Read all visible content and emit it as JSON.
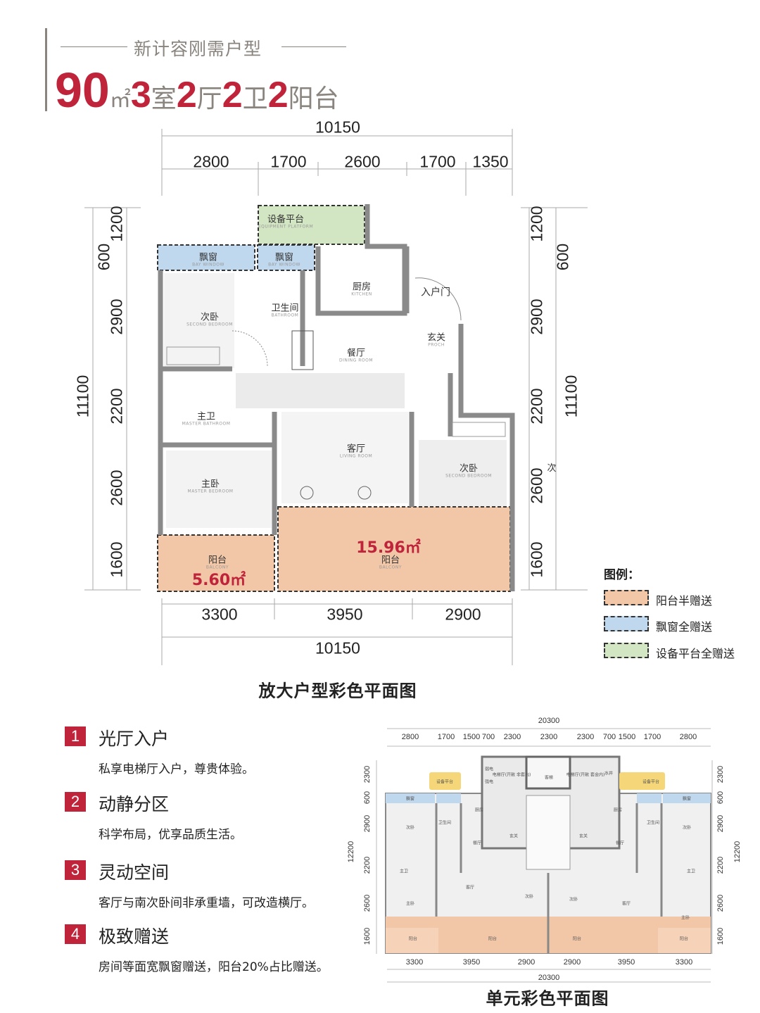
{
  "header": {
    "subtitle": "新计容刚需户型",
    "area_num": "90",
    "area_unit": "㎡",
    "rooms_num": "3",
    "rooms_label": "室",
    "halls_num": "2",
    "halls_label": "厅",
    "baths_num": "2",
    "baths_label": "卫",
    "balc_num": "2",
    "balc_label": "阳台"
  },
  "plan": {
    "top_total": "10150",
    "top_dims": [
      "2800",
      "1700",
      "2600",
      "1700",
      "1350"
    ],
    "left_dims": {
      "a": "600",
      "b": "1200",
      "c": "2900",
      "d": "2200",
      "e": "2600",
      "f": "1600",
      "total": "11100"
    },
    "right_dims": {
      "a": "1200",
      "b": "600",
      "c": "2900",
      "d": "2200",
      "e": "2600",
      "f": "1600",
      "total": "11100"
    },
    "bottom_dims": [
      "3300",
      "3950",
      "2900"
    ],
    "bottom_total": "10150",
    "rooms": {
      "equip": {
        "cn": "设备平台",
        "en": "EQUIPMENT PLATFORM"
      },
      "bay1": {
        "cn": "飘窗",
        "en": "BAY WINDOW"
      },
      "bay2": {
        "cn": "飘窗",
        "en": "BAY WINDOW"
      },
      "bed2": {
        "cn": "次卧",
        "en": "SECOND BEDROOM"
      },
      "bath": {
        "cn": "卫生间",
        "en": "BATHROOM"
      },
      "kitchen": {
        "cn": "厨房",
        "en": "KITCHEN"
      },
      "door": "入户门",
      "porch": {
        "cn": "玄关",
        "en": "PROCH"
      },
      "dining": {
        "cn": "餐厅",
        "en": "DINING ROOM"
      },
      "mbath": {
        "cn": "主卫",
        "en": "MASTER BATHROOM"
      },
      "living": {
        "cn": "客厅",
        "en": "LIVING ROOM"
      },
      "bed3": {
        "cn": "次卧",
        "en": "SECOND BEDROOM"
      },
      "master": {
        "cn": "主卧",
        "en": "MASTER BEDROOM"
      },
      "balc_small": {
        "cn": "阳台",
        "en": "BALCONY",
        "area": "5.60㎡"
      },
      "balc_big": {
        "cn": "阳台",
        "en": "BALCONY",
        "area": "15.96㎡"
      },
      "fragment": "次"
    },
    "caption": "放大户型彩色平面图"
  },
  "legend": {
    "title": "图例：",
    "items": [
      {
        "label": "阳台半赠送",
        "color": "#f2c7a8"
      },
      {
        "label": "飘窗全赠送",
        "color": "#c0d8ee"
      },
      {
        "label": "设备平台全赠送",
        "color": "#d3e6c3"
      }
    ]
  },
  "features": [
    {
      "num": "1",
      "title": "光厅入户",
      "desc": "私享电梯厅入户，尊贵体验。"
    },
    {
      "num": "2",
      "title": "动静分区",
      "desc": "科学布局，优享品质生活。"
    },
    {
      "num": "3",
      "title": "灵动空间",
      "desc": "客厅与南次卧间非承重墙，可改造横厅。"
    },
    {
      "num": "4",
      "title": "极致赠送",
      "desc": "房间等面宽飘窗赠送，阳台20%占比赠送。"
    }
  ],
  "unit": {
    "top_total": "20300",
    "top_dims": [
      "2800",
      "1700",
      "1500",
      "700",
      "2300",
      "2300",
      "2300",
      "700",
      "1500",
      "1700",
      "2800"
    ],
    "side_dims": [
      "2300",
      "600",
      "2900",
      "2200",
      "2600",
      "1600"
    ],
    "side_total": "12200",
    "bottom_dims": [
      "3300",
      "3950",
      "2900",
      "2900",
      "3950",
      "3300"
    ],
    "bottom_total": "20300",
    "labels": {
      "equip": "设备平台",
      "bay": "飘窗",
      "bed2": "次卧",
      "bath": "卫生间",
      "kitchen": "厨房",
      "dining": "餐厅",
      "porch": "玄关",
      "lobby_l": "电梯厅(开敞 非套内)",
      "lobby_r": "电梯厅(开敞 套金内)",
      "lift": "客梯",
      "weak": "弱电",
      "strong": "强电",
      "well": "水井",
      "mbath": "主卫",
      "master": "主卧",
      "living": "客厅",
      "balcony": "阳台"
    },
    "caption": "单元彩色平面图"
  }
}
